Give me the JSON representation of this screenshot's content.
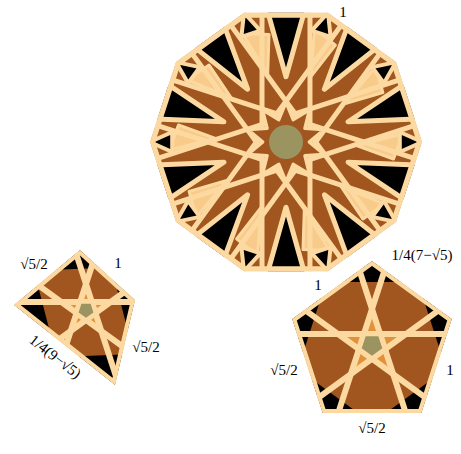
{
  "diagram": {
    "labels": [
      "1",
      "√5/2",
      "1",
      "1/4(9−√5)",
      "√5/2",
      "1/4(7−√5)",
      "1",
      "√5/2",
      "1",
      "√5/2"
    ]
  }
}
